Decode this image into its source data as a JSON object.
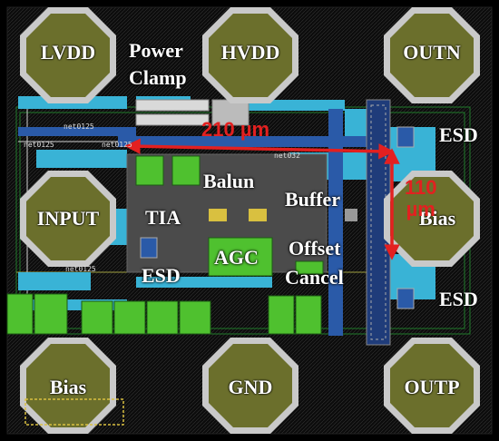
{
  "pads": {
    "lvdd": "LVDD",
    "hvdd": "HVDD",
    "outn": "OUTN",
    "input": "INPUT",
    "bias_right": "Bias",
    "bias_bottom": "Bias",
    "gnd": "GND",
    "outp": "OUTP"
  },
  "blocks": {
    "power_clamp_line1": "Power",
    "power_clamp_line2": "Clamp",
    "esd_top_right": "ESD",
    "balun": "Balun",
    "buffer": "Buffer",
    "tia": "TIA",
    "offset_line1": "Offset",
    "offset_line2": "Cancel",
    "esd_left": "ESD",
    "agc": "AGC",
    "esd_bottom_right": "ESD"
  },
  "dimensions": {
    "width": "210 µm",
    "height_value": "110",
    "height_unit": "µm"
  },
  "nets": [
    "net0125",
    "net032",
    "net0125",
    "net0125",
    "net0125"
  ],
  "colors": {
    "pad_fill": "#6b6f2c",
    "pad_ring": "#c9c9c9",
    "green_block": "#4fc12f",
    "cyan_metal": "#39b3d6",
    "blue_metal": "#2a5aa8",
    "dimension_red": "#e32020",
    "background": "#000000"
  }
}
